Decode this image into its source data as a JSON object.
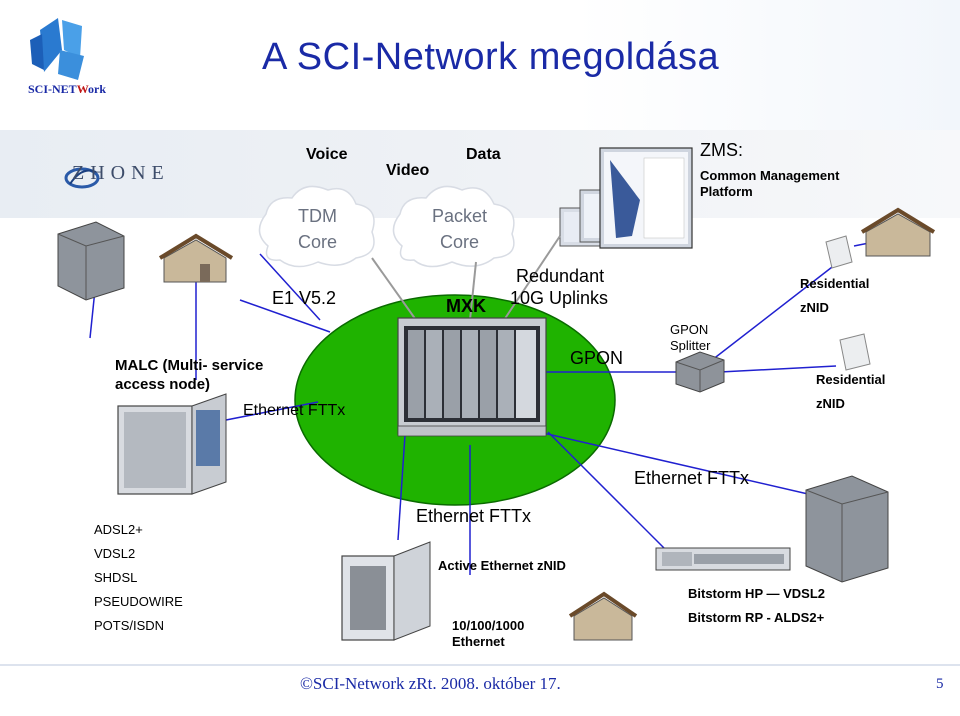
{
  "title": "A SCI-Network megoldása",
  "logo": {
    "prefix": "SCI-NET",
    "accent": "W",
    "suffix": "ork"
  },
  "brand": "ZHONE",
  "labels": {
    "voice": "Voice",
    "video": "Video",
    "data": "Data",
    "zms": "ZMS:",
    "zms_desc1": "Common Management",
    "zms_desc2": "Platform",
    "tdm_core1": "TDM",
    "tdm_core2": "Core",
    "packet_core1": "Packet",
    "packet_core2": "Core",
    "e1": "E1 V5.2",
    "mxk": "MXK",
    "uplinks1": "Redundant",
    "uplinks2": "10G Uplinks",
    "residential1": "Residential",
    "znid1": "zNID",
    "gpon_splitter1": "GPON",
    "gpon_splitter2": "Splitter",
    "gpon": "GPON",
    "residential2": "Residential",
    "znid2": "zNID",
    "malc1": "MALC (Multi- service",
    "malc2": "access node)",
    "eth_fttx_left": "Ethernet FTTx",
    "eth_fttx_right": "Ethernet FTTx",
    "eth_fttx_bottom": "Ethernet FTTx",
    "active_eth_znid": "Active Ethernet zNID",
    "eth_speed1": "10/100/1000",
    "eth_speed2": "Ethernet",
    "bitstorm_hp": "Bitstorm HP — VDSL2",
    "bitstorm_rp": "Bitstorm RP - ALDS2+"
  },
  "dsl_list": [
    "ADSL2+",
    "VDSL2",
    "SHDSL",
    "PSEUDOWIRE",
    "POTS/ISDN"
  ],
  "footer": "©SCI-Network zRt. 2008. október 17.",
  "page": "5",
  "colors": {
    "title": "#1a2aa6",
    "ellipse": "#1fb300",
    "links": "#2020d0",
    "gray_link": "#9a9a9a"
  }
}
